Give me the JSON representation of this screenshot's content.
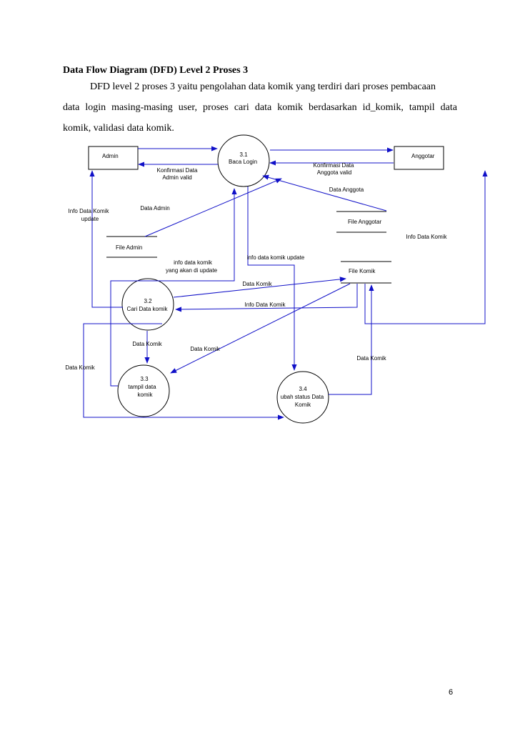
{
  "heading": "Data Flow Diagram (DFD) Level 2 Proses 3",
  "paragraph": {
    "line1": "DFD level 2 proses 3 yaitu pengolahan data komik yang terdiri dari proses pembacaan",
    "line2": "data login masing-masing user, proses cari data komik berdasarkan id_komik, tampil data",
    "line3": "komik, validasi data komik."
  },
  "diagram": {
    "entities": {
      "admin": "Admin",
      "anggota": "Anggotar"
    },
    "processes": {
      "p31": {
        "id": "3.1",
        "name": "Baca Login"
      },
      "p32": {
        "id": "3.2",
        "name": "Cari Data komik"
      },
      "p33": {
        "id": "3.3",
        "name_line1": "tampil data",
        "name_line2": "komik"
      },
      "p34": {
        "id": "3.4",
        "name_line1": "ubah status Data",
        "name_line2": "Komik"
      }
    },
    "stores": {
      "file_admin": "File Admin",
      "file_anggota": "File Anggotar",
      "file_komik": "File Komik"
    },
    "flows": {
      "konfirmasi_admin_1": "Konfirmasi Data",
      "konfirmasi_admin_2": "Admin valid",
      "konfirmasi_anggota_1": "Konfirmasi Data",
      "konfirmasi_anggota_2": "Anggota valid",
      "data_anggota": "Data Anggota",
      "data_admin": "Data Admin",
      "info_update_1": "Info Data Komik",
      "info_update_2": "update",
      "info_data_komik_right": "Info Data Komik",
      "info_akan_update_1": "info data komik",
      "info_akan_update_2": "yang akan di update",
      "info_komik_update": "info data komik update",
      "data_komik_top": "Data Komik",
      "info_data_komik_mid": "Info Data Komik",
      "data_komik_32_33": "Data Komik",
      "data_komik_mid": "Data Komik",
      "data_komik_right": "Data Komik",
      "data_komik_left": "Data Komik"
    }
  },
  "page_number": "6"
}
